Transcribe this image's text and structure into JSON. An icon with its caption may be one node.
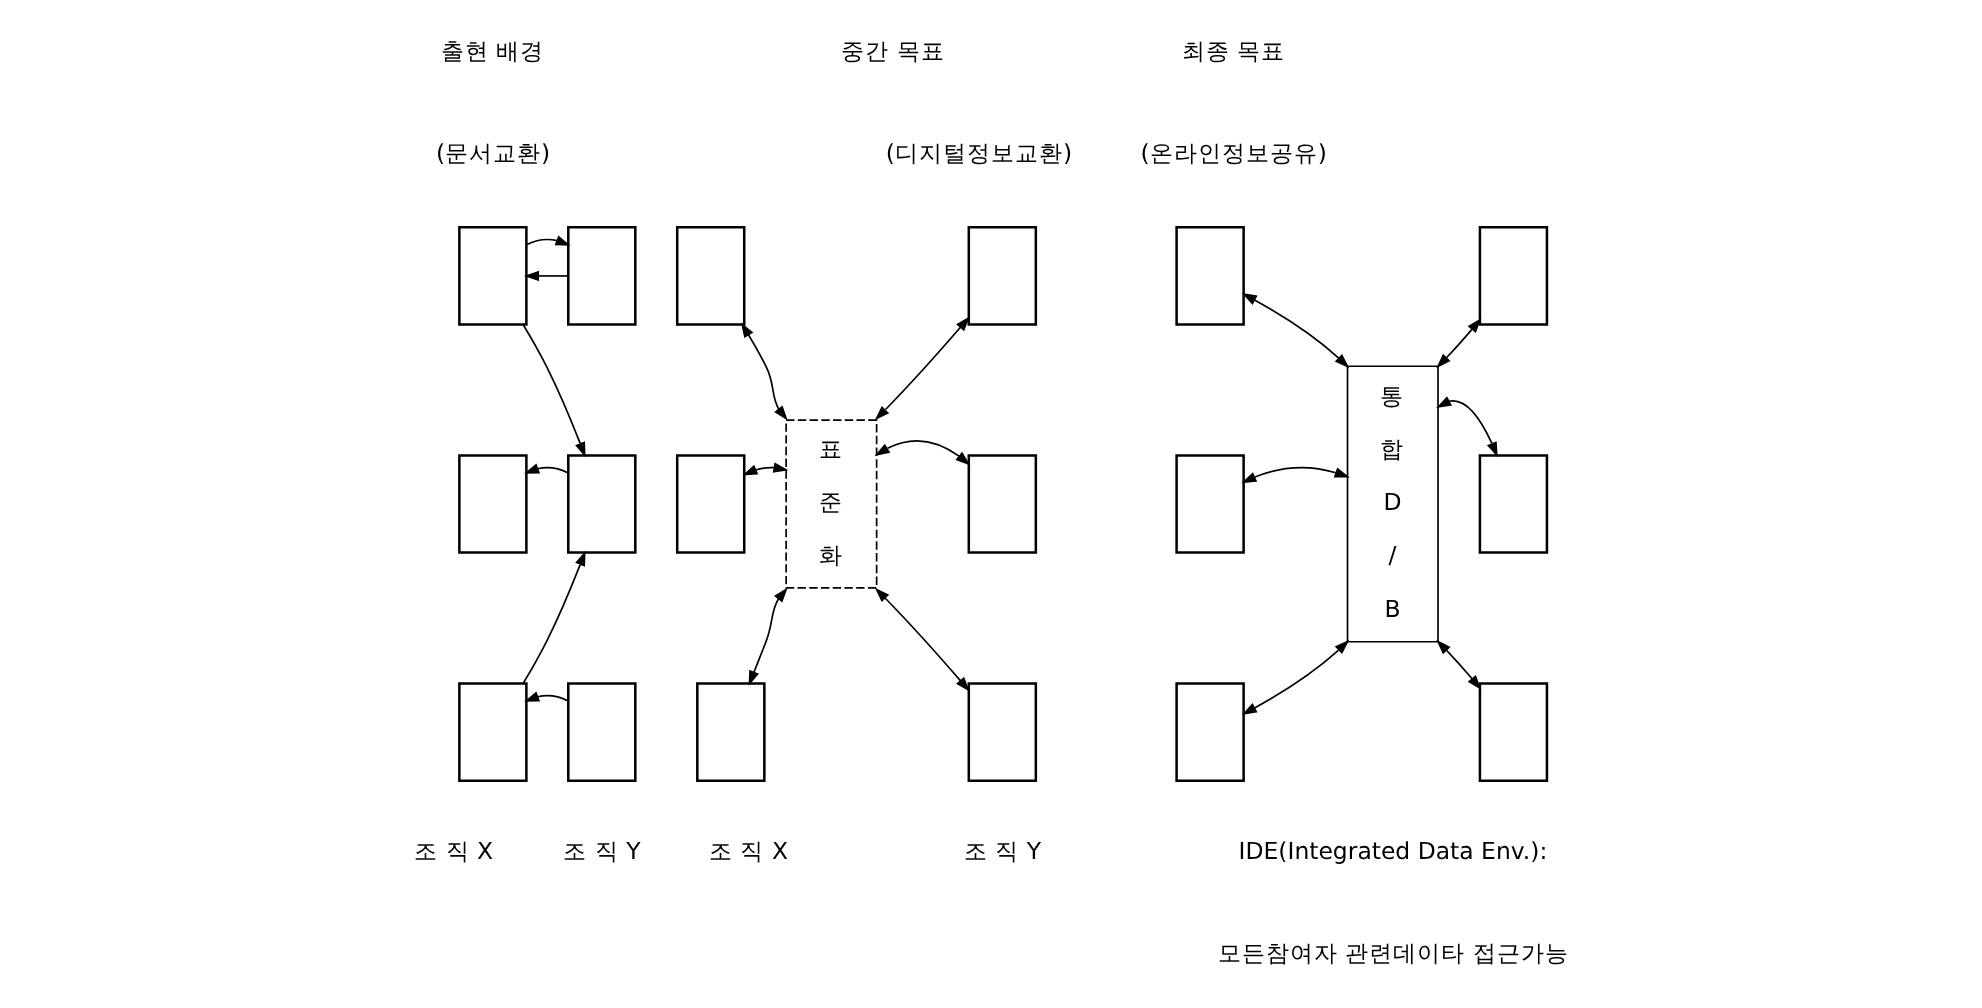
{
  "diagram": {
    "nodes": [
      {
        "text": [],
        "shape": "box"
      },
      {
        "text": [],
        "shape": "box"
      },
      {
        "text": [],
        "shape": "box"
      },
      {
        "text": [],
        "shape": "box"
      },
      {
        "text": [],
        "shape": "box"
      },
      {
        "text": [],
        "shape": "box"
      },
      {
        "text": [],
        "shape": "box"
      },
      {
        "text": [
          "표준화"
        ]
      },
      {
        "text": [],
        "shape": "box"
      },
      {
        "text": [],
        "shape": "box"
      },
      {
        "text": [],
        "shape": "box"
      },
      {
        "text": [],
        "shape": "box"
      },
      {
        "text": [],
        "shape": "box"
      },
      {
        "text": [],
        "shape": "box"
      },
      {
        "text": [
          "통합D/B"
        ]
      },
      {
        "text": [],
        "shape": "box"
      },
      {
        "text": [],
        "shape": "box"
      },
      {
        "text": [],
        "shape": "box"
      },
      {
        "text": [],
        "shape": "box"
      },
      {
        "text": [],
        "shape": "box"
      }
    ],
    "edges": [
      {
        "from": 1,
        "to": 0,
        "arrow": "to"
      },
      {
        "from": 0,
        "to": 1,
        "arrow": "to"
      },
      {
        "from": 0,
        "to": 3,
        "arrow": "to"
      },
      {
        "from": 3,
        "to": 2,
        "arrow": "to"
      },
      {
        "from": 4,
        "to": 3,
        "arrow": "to"
      },
      {
        "from": 5,
        "to": 4,
        "arrow": "to"
      },
      {
        "from": 6,
        "to": 7,
        "arrow": "both"
      },
      {
        "from": 9,
        "to": 7,
        "arrow": "both"
      },
      {
        "from": 11,
        "to": 7,
        "arrow": "both"
      },
      {
        "from": 7,
        "to": 8,
        "arrow": "both"
      },
      {
        "from": 7,
        "to": 10,
        "arrow": "both"
      },
      {
        "from": 7,
        "to": 12,
        "arrow": "both"
      },
      {
        "from": 13,
        "to": 14,
        "arrow": "both"
      },
      {
        "from": 16,
        "to": 14,
        "arrow": "both"
      },
      {
        "from": 18,
        "to": 14,
        "arrow": "both"
      },
      {
        "from": 14,
        "to": 15,
        "arrow": "both"
      },
      {
        "from": 14,
        "to": 17,
        "arrow": "both"
      },
      {
        "from": 14,
        "to": 19,
        "arrow": "both"
      }
    ],
    "labels": [
      "출현 배경",
      "중간 목표",
      "최종 목표",
      "(문서교환)",
      "(디지털정보교환)",
      "(온라인정보공유)",
      "조 직 X",
      "조 직 Y",
      "조 직 X",
      "조 직 Y",
      "IDE(Integrated Data Env.):",
      "모든참여자 관련데이타 접근가능"
    ]
  }
}
